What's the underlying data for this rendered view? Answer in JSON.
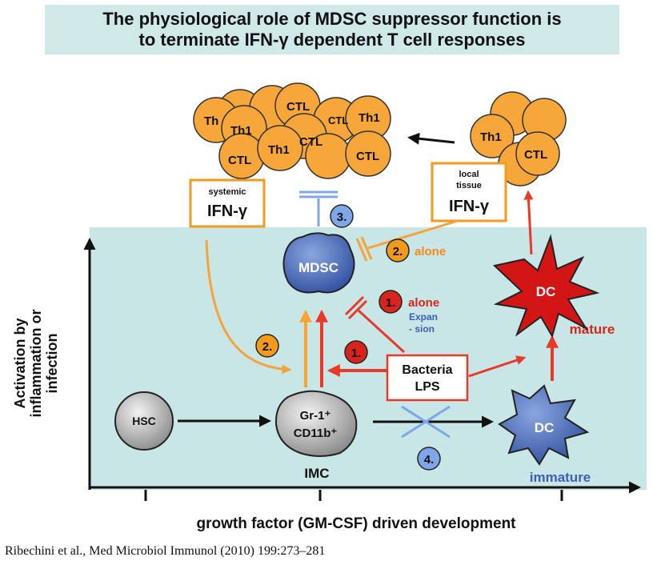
{
  "title": {
    "line1": "The physiological role of MDSC suppressor function is",
    "line2": "to terminate IFN-γ dependent T cell responses"
  },
  "cells": {
    "th1": "Th1",
    "ctl": "CTL",
    "th_partial": "Th",
    "hsc": "HSC",
    "gr1_line1": "Gr-1⁺",
    "gr1_line2": "CD11b⁺",
    "mdsc": "MDSC",
    "dc": "DC"
  },
  "boxes": {
    "systemic_small": "systemic",
    "systemic_ifn": "IFN-γ",
    "local_small1": "local",
    "local_small2": "tissue",
    "local_ifn": "IFN-γ",
    "bacteria_line1": "Bacteria",
    "bacteria_line2": "LPS"
  },
  "labels": {
    "imc": "IMC",
    "immature": "immature",
    "mature": "mature",
    "alone_orange": "alone",
    "alone_red": "alone",
    "expan": "Expan",
    "sion": "- sion",
    "y_axis_line1": "Activation by",
    "y_axis_line2": "inflammation or",
    "y_axis_line3": "infection",
    "x_axis": "growth factor (GM-CSF) driven development"
  },
  "badges": {
    "b1a": "1.",
    "b1b": "1.",
    "b2a": "2.",
    "b2b": "2.",
    "b3": "3.",
    "b4": "4."
  },
  "citation": "Ribechini et al., Med Microbiol Immunol (2010) 199:273–281",
  "colors": {
    "title_bg": "#cfe8e8",
    "panel_bg": "#c9e6e6",
    "cell_orange": "#f7a73a",
    "mdsc_blue": "#4a68b5",
    "dc_red": "#d41515",
    "arrow_red": "#e83a2a",
    "arrow_orange": "#f5a33a",
    "badge_red": "#d8241c",
    "badge_orange": "#f29a1e",
    "badge_blue": "#7fa7e8",
    "text_blue": "#3d5db8",
    "text_red": "#d8241c",
    "text_orange": "#f08a1a"
  }
}
